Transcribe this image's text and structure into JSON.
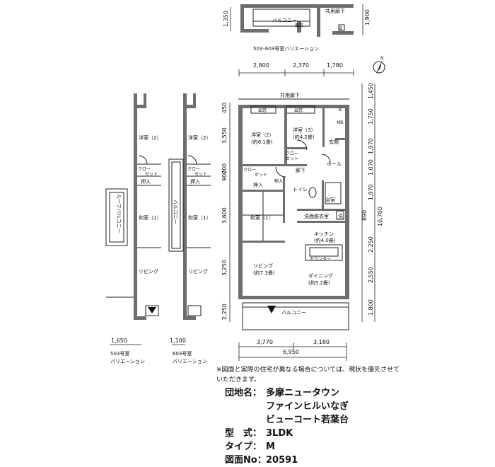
{
  "variation_top": {
    "balcony": "バルコニー",
    "window": "面窓",
    "corridor": "共用廊下",
    "b": "B",
    "caption": "503･603号室バリエーション",
    "dim_left": "1,350",
    "dim_right": "1,900"
  },
  "top_dims": [
    "2,800",
    "2,370",
    "1,780"
  ],
  "right_dims": [
    "1,450",
    "1,750",
    "1,970",
    "1,070",
    "1,970",
    "890",
    "2,250",
    "2,550",
    "1,800"
  ],
  "right_total": "10,700",
  "left_dims": [
    "450",
    "3,550",
    "900",
    "700",
    "3,600",
    "3,250",
    "2,250"
  ],
  "bottom_dims": [
    "3,770",
    "3,180"
  ],
  "bottom_total": "6,950",
  "main_plan": {
    "corridor": "共用廊下",
    "bay1": "出窓",
    "bay2": "出窓",
    "bed2": "洋室（2）",
    "bed2_area": "(約6.1畳)",
    "bed3": "洋室（3）",
    "bed3_area": "(約4.2畳)",
    "closet_a": "クロー",
    "closet_b": "ゼット",
    "closet2_a": "クロー",
    "closet2_b": "ゼット",
    "hall_corridor": "廊下",
    "entrance": "玄関",
    "hall": "ホール",
    "mb": "MB",
    "b": "B",
    "oshiire": "押入",
    "monoire": "物入",
    "toilet": "トイレ",
    "bath": "浴室",
    "washroom": "洗面脱衣室",
    "wash": "洗",
    "washitsu": "和室（1）",
    "kitchen": "キッチン",
    "kitchen_area": "(約4.0畳)",
    "counter": "カウンター",
    "living": "リビング",
    "living_area": "(約7.3畳)",
    "dining": "ダイニング",
    "dining_area": "(約5.2畳)",
    "balcony": "バルコニー"
  },
  "var503": {
    "bed": "洋室（2）",
    "closet_a": "クロー",
    "closet_b": "ゼット",
    "oshiire": "押入",
    "washitsu": "和室（1）",
    "roof_balcony": "ルーフバルコニー",
    "living": "リビング",
    "dim": "1,650",
    "caption1": "503号室",
    "caption2": "バリエーション"
  },
  "var603": {
    "bed": "洋室（2）",
    "closet_a": "クロー",
    "closet_b": "ゼット",
    "oshiire": "押入",
    "washitsu": "和室（1）",
    "balcony": "バルコニー",
    "living": "リビング",
    "dim": "1,100",
    "caption1": "603号室",
    "caption2": "バリエーション"
  },
  "north": "N",
  "note": "※図面と実際の住宅が異なる場合については、現状を優先させていただきます。",
  "info": [
    {
      "key": "団地名：",
      "value": "多摩ニュータウン"
    },
    {
      "key": "",
      "value": "ファインヒルいなぎ"
    },
    {
      "key": "",
      "value": "ビューコート若葉台"
    },
    {
      "key": "型　式：",
      "value": "3LDK"
    },
    {
      "key": "タイプ：",
      "value": "M"
    },
    {
      "key": "図面No：",
      "value": "20591"
    }
  ]
}
